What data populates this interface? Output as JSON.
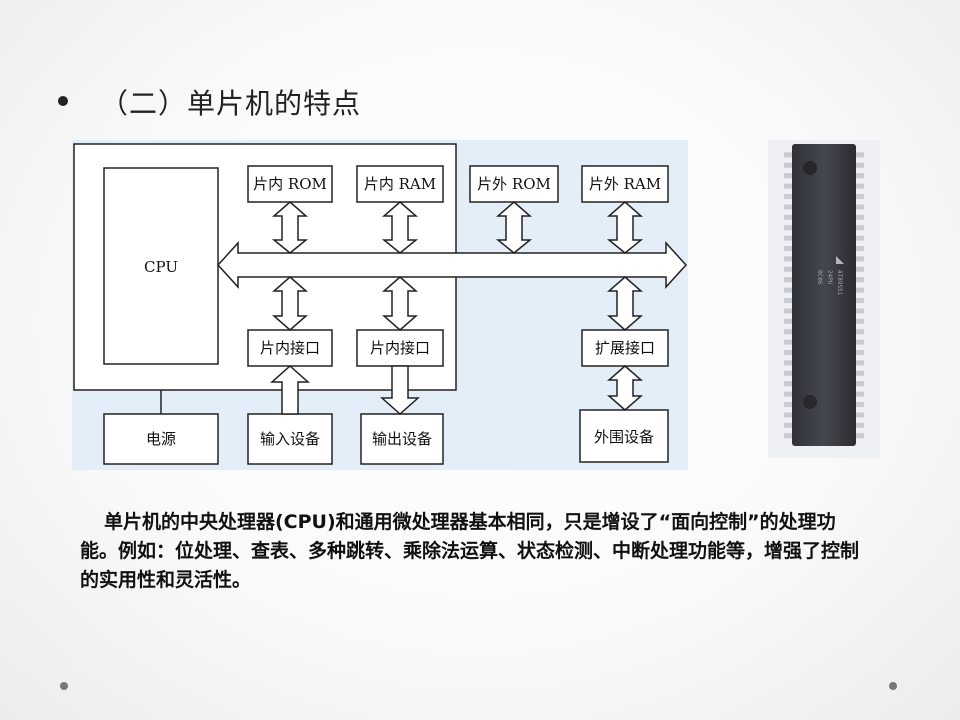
{
  "slide": {
    "title": "（二）单片机的特点",
    "description": "单片机的中央处理器(CPU)和通用微处理器基本相同，只是增设了“面向控制”的处理功能。例如：位处理、查表、多种跳转、乘除法运算、状态检测、中断处理功能等，增强了控制的实用性和灵活性。"
  },
  "diagram": {
    "cpu": "CPU",
    "internal_rom": "片内 ROM",
    "internal_ram": "片内 RAM",
    "external_rom": "片外 ROM",
    "external_ram": "片外 RAM",
    "internal_io_1": "片内接口",
    "internal_io_2": "片内接口",
    "expansion_io": "扩展接口",
    "power": "电源",
    "input_device": "输入设备",
    "output_device": "输出设备",
    "peripheral": "外围设备"
  },
  "chip_photo": {
    "marking_lines": [
      "AT89S51",
      "24PU",
      "0C06"
    ]
  },
  "colors": {
    "diagram_bg": "#e4eef8",
    "chip_body": "#3c3f46",
    "text": "#111111"
  }
}
